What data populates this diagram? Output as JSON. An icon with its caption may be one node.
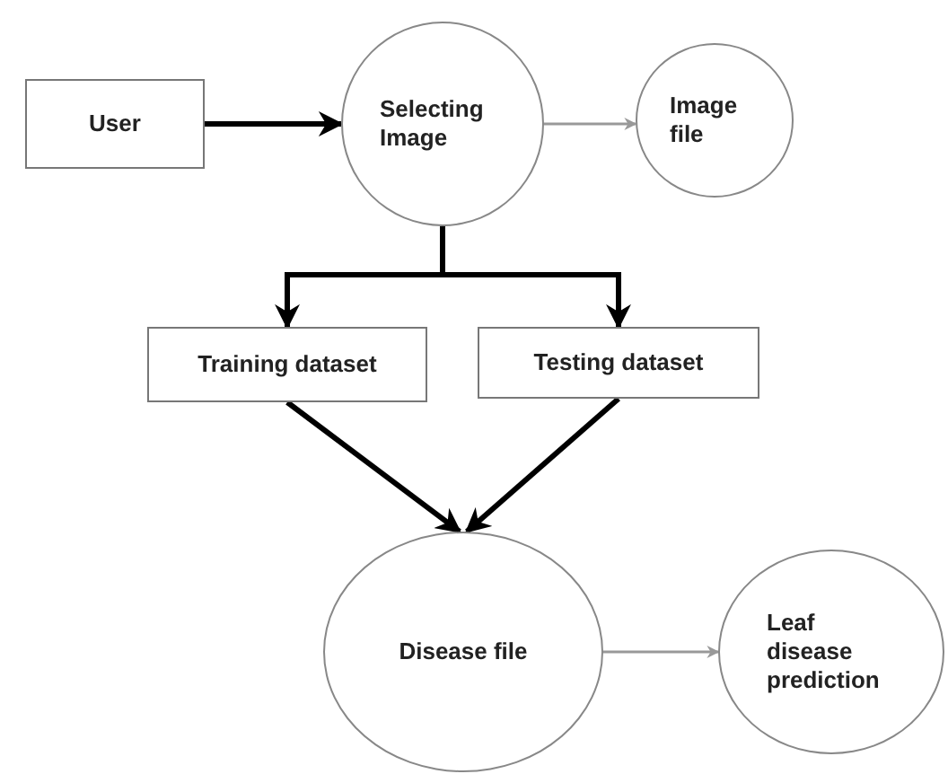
{
  "diagram": {
    "nodes": [
      {
        "text": [
          "User"
        ]
      },
      {
        "text": [
          "Selecting Image"
        ]
      },
      {
        "text": [
          "Image file"
        ]
      },
      {
        "text": [
          "Training dataset"
        ]
      },
      {
        "text": [
          "Testing dataset"
        ]
      },
      {
        "text": [
          "Disease file"
        ]
      },
      {
        "text": [
          "Leaf disease prediction"
        ]
      }
    ],
    "edges": [
      {
        "from": 0,
        "to": 1,
        "arrow": "to"
      },
      {
        "from": 1,
        "to": 2,
        "arrow": "to",
        "color": "#999999"
      },
      {
        "from": 1,
        "to": 3,
        "arrow": "to"
      },
      {
        "from": 1,
        "to": 4,
        "arrow": "to"
      },
      {
        "from": 3,
        "to": 5,
        "arrow": "to"
      },
      {
        "from": 4,
        "to": 5,
        "arrow": "to"
      },
      {
        "from": 5,
        "to": 6,
        "arrow": "to",
        "color": "#999999"
      }
    ]
  }
}
